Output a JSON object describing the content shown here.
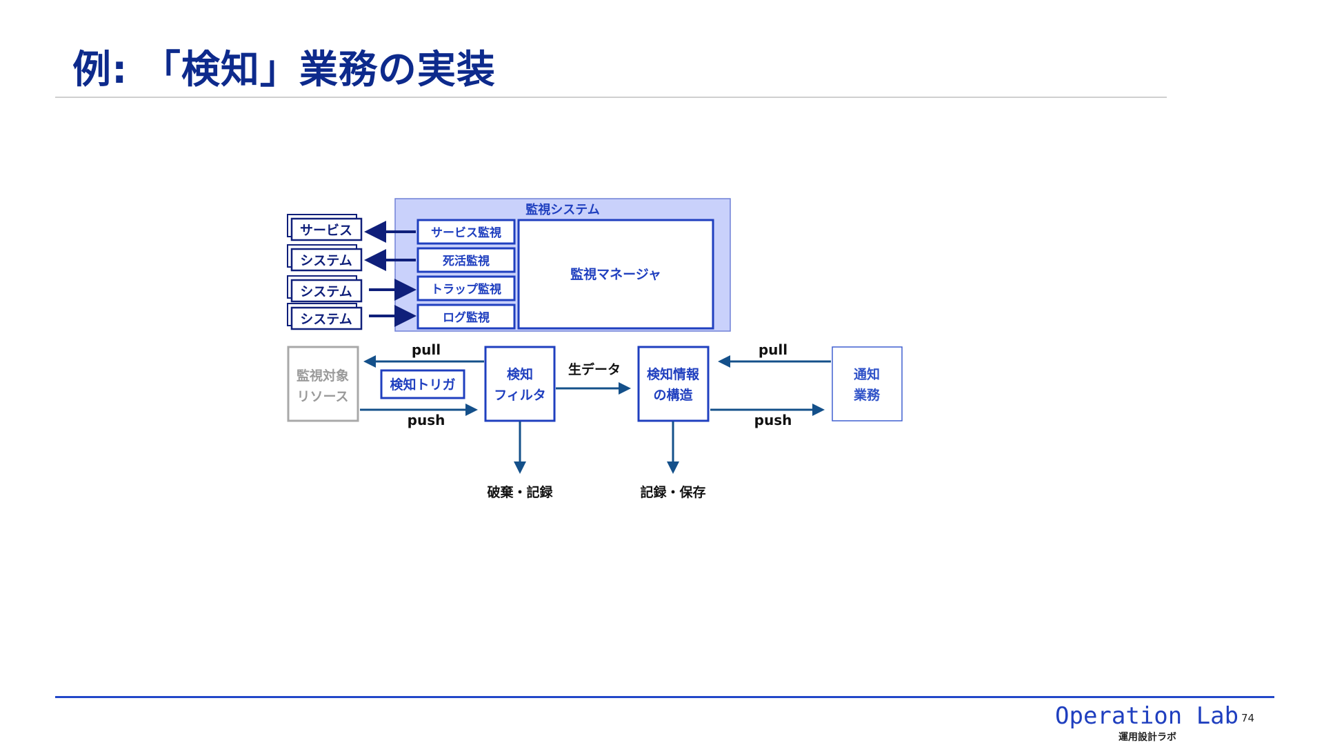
{
  "slide": {
    "title": "例: 「検知」業務の実装",
    "page_number": "74"
  },
  "footer": {
    "brand": "Operation Lab",
    "brand_sub": "運用設計ラボ"
  },
  "diagram": {
    "monitoring_system": {
      "label": "監視システム",
      "modules": {
        "service": "サービス監視",
        "alive": "死活監視",
        "trap": "トラップ監視",
        "log": "ログ監視"
      },
      "manager": "監視マネージャ"
    },
    "targets": {
      "service": "サービス",
      "system1": "システム",
      "system2": "システム",
      "system3": "システム"
    },
    "flow": {
      "resource_line1": "監視対象",
      "resource_line2": "リソース",
      "trigger": "検知トリガ",
      "filter_line1": "検知",
      "filter_line2": "フィルタ",
      "raw_data": "生データ",
      "info_line1": "検知情報",
      "info_line2": "の構造",
      "notify_line1": "通知",
      "notify_line2": "業務",
      "pull_left": "pull",
      "push_left": "push",
      "pull_right": "pull",
      "push_right": "push",
      "discard": "破棄・記録",
      "store": "記録・保存"
    },
    "colors": {
      "title": "#0d2a8c",
      "primary": "#1f3fbf",
      "navy": "#0f1f7a",
      "flow_arrow": "#14508a",
      "panel_fill": "#c9d1fb",
      "gray": "#9a9a9a"
    }
  }
}
